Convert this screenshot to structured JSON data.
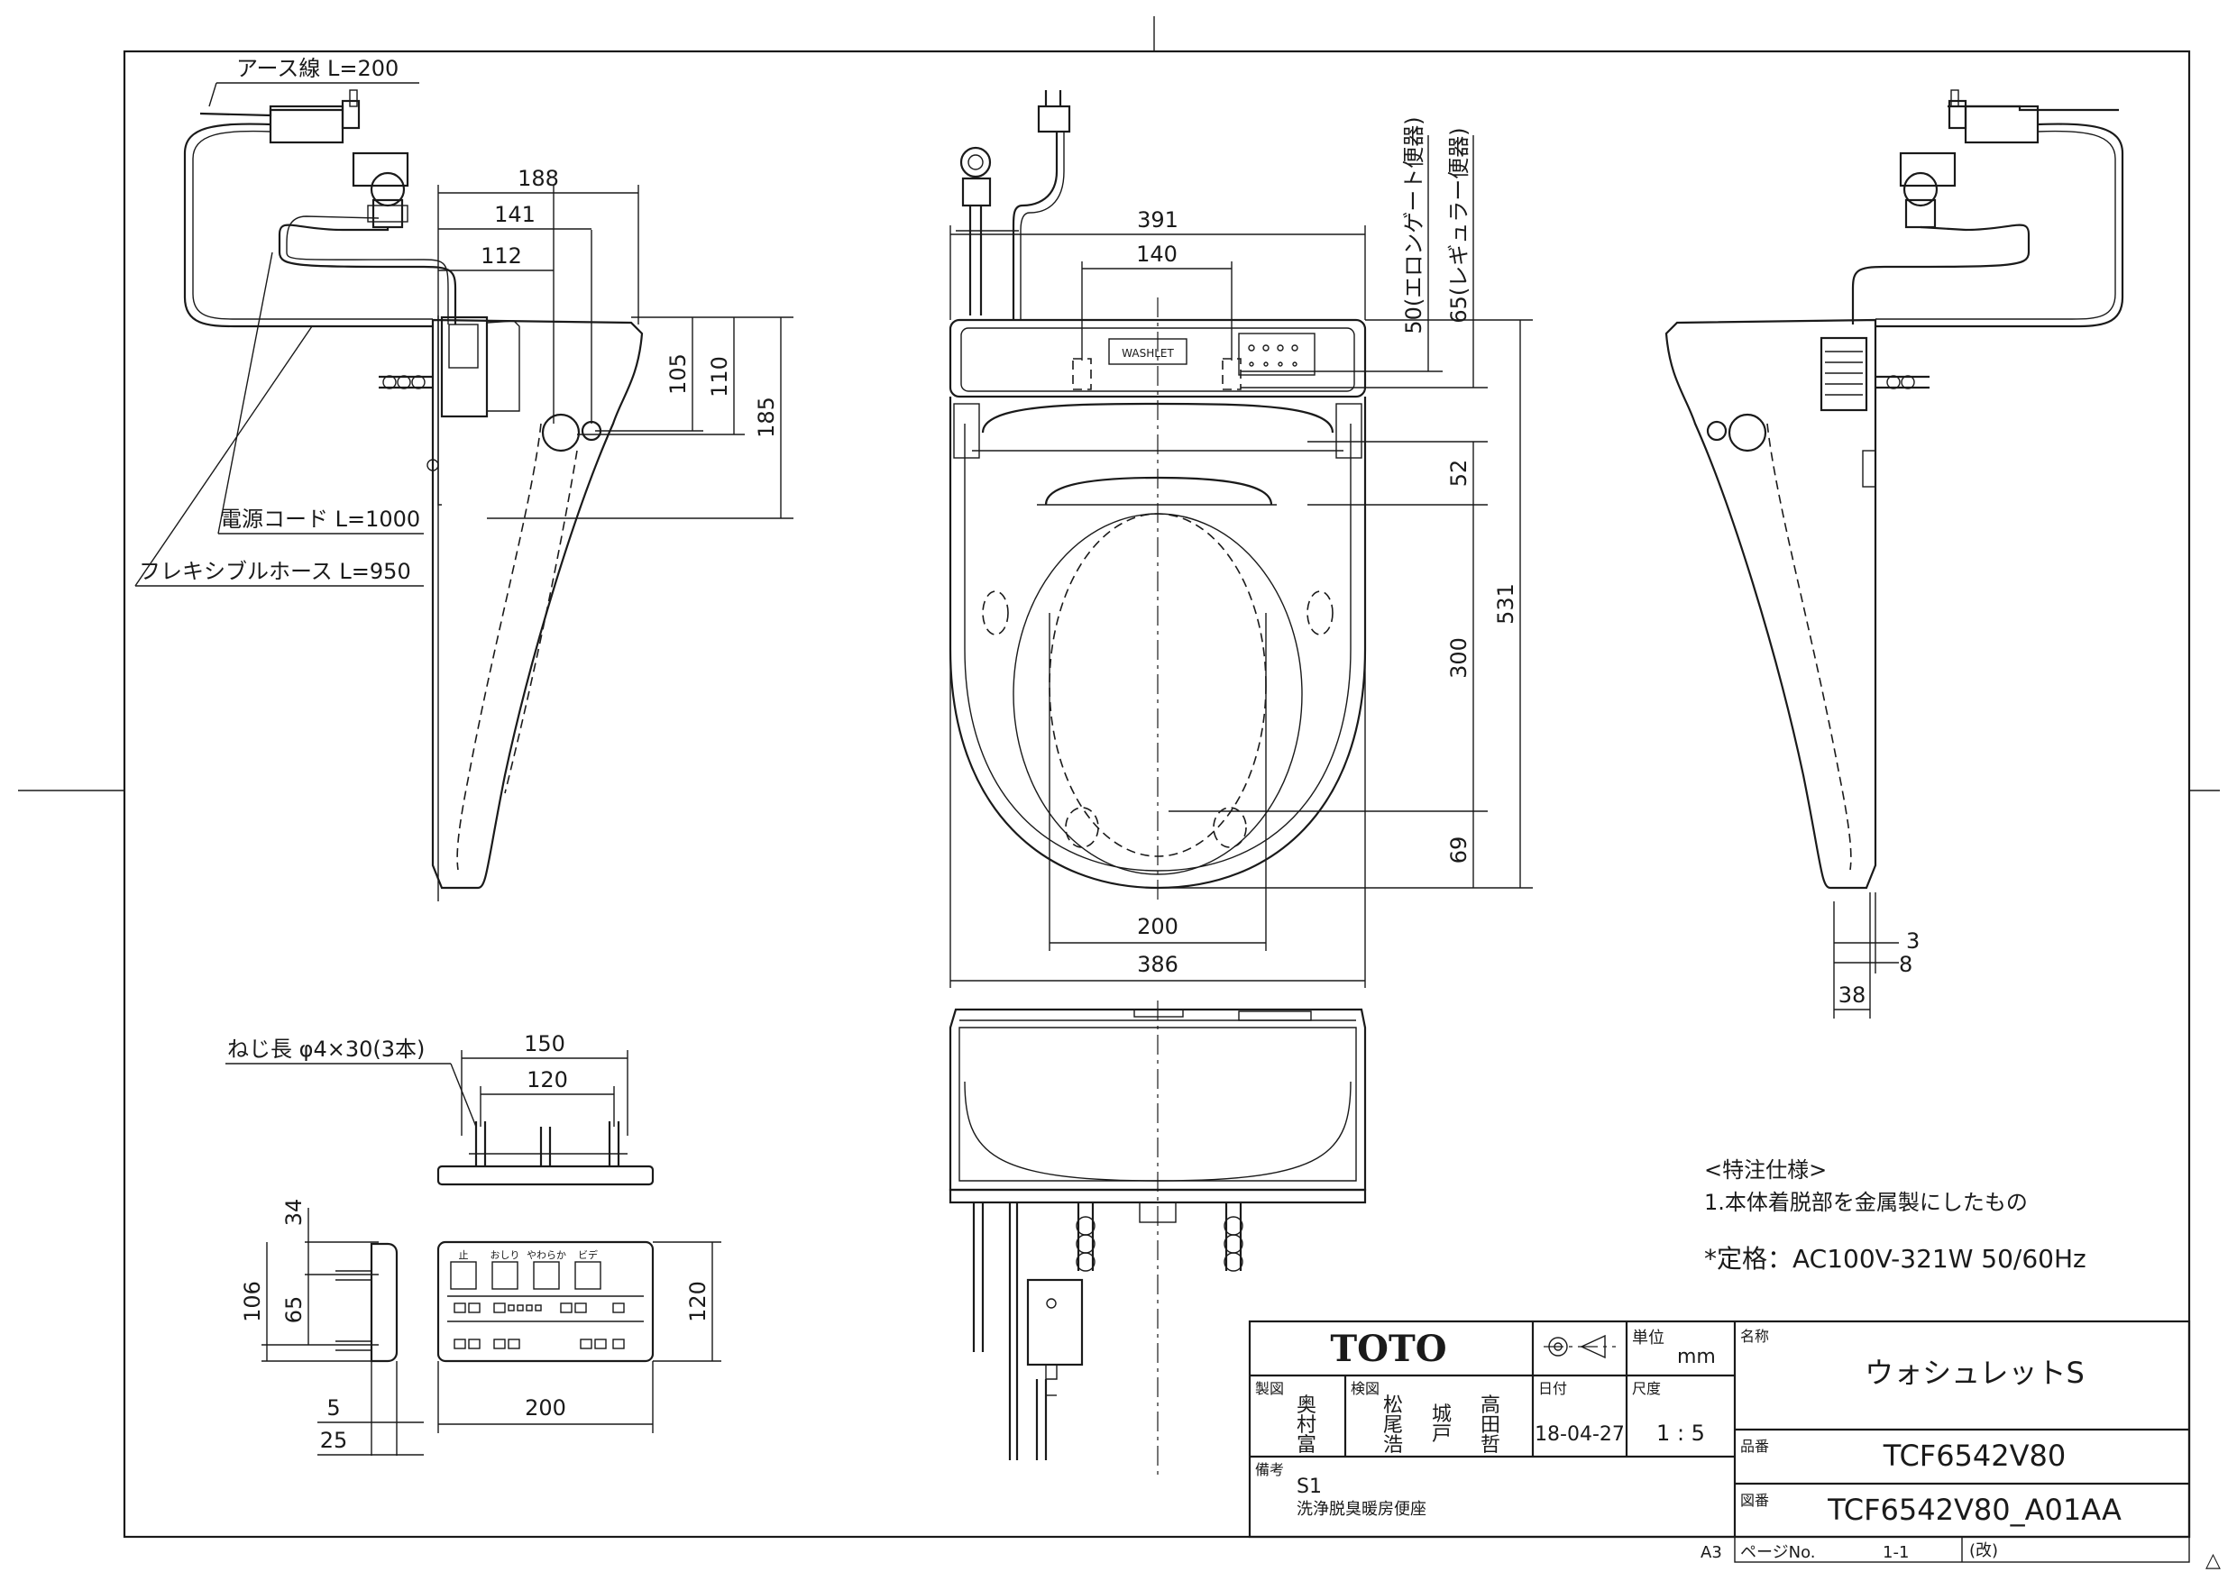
{
  "drawing": {
    "product_name": "ウォシュレットS",
    "product_number": "TCF6542V80",
    "drawing_number": "TCF6542V80_A01AA",
    "brand": "TOTO",
    "unit_label": "単位",
    "unit": "mm",
    "scale_label": "尺度",
    "scale": "1 : 5",
    "date_label": "日付",
    "date": "18-04-27",
    "drawn_label": "製図",
    "drawn_names": [
      "奥",
      "村",
      "富"
    ],
    "checked_label": "検図",
    "checked_names_1": [
      "松",
      "尾",
      "浩"
    ],
    "checked_names_2": [
      "城",
      "戸"
    ],
    "checked_names_3": [
      "高",
      "田",
      "哲"
    ],
    "name_label": "名称",
    "partno_label": "品番",
    "drawno_label": "図番",
    "remarks_label": "備考",
    "remarks_code": "S1",
    "remarks_text": "洗浄脱臭暖房便座",
    "paper_size": "A3",
    "page_label": "ページNo.",
    "page_value": "1-1",
    "revision_label": "(改)",
    "revision_mark": "△"
  },
  "notes": {
    "special_title": "<特注仕様>",
    "special_item": "1.本体着脱部を金属製にしたもの",
    "rating": "*定格：AC100V-321W 50/60Hz"
  },
  "leaders": {
    "earth_wire": "アース線 L=200",
    "power_cord": "電源コード L=1000",
    "flex_hose": "フレキシブルホース L=950",
    "screw": "ねじ長 φ4×30(3本)"
  },
  "side_view_dims": {
    "d188": "188",
    "d141": "141",
    "d112": "112",
    "d105": "105",
    "d110": "110",
    "d185": "185"
  },
  "top_view_dims": {
    "d391": "391",
    "d140": "140",
    "d50": "50(エロンゲート便器)",
    "d65": "65(レギュラー便器)",
    "d52": "52",
    "d531": "531",
    "d300": "300",
    "d69": "69",
    "d200": "200",
    "d386": "386"
  },
  "right_view_dims": {
    "d3": "3",
    "d8": "8",
    "d38": "38"
  },
  "bracket_dims": {
    "d150": "150",
    "d120": "120"
  },
  "remote_dims": {
    "d34": "34",
    "d106": "106",
    "d65": "65",
    "d5": "5",
    "d25": "25",
    "d200": "200",
    "d120": "120"
  },
  "remote_buttons": [
    "止",
    "おしり",
    "やわらか",
    "ビデ"
  ],
  "seat_logo": "WASHLET"
}
